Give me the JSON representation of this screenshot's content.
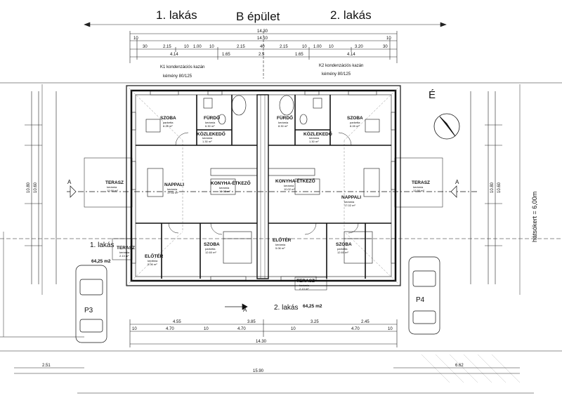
{
  "header": {
    "apt1": "1. lakás",
    "building": "B épület",
    "apt2": "2. lakás"
  },
  "top_dims": {
    "overall": "14.30",
    "row2": [
      "10",
      "14.10",
      "10"
    ],
    "row3": [
      "30",
      "2.15",
      "10",
      "1.00",
      "10",
      "2.15",
      "40",
      "2.15",
      "10",
      "1.00",
      "10",
      "3.20",
      "30"
    ],
    "row4": [
      "4.14",
      "1.65",
      "2.5",
      "1.65",
      "4.14"
    ]
  },
  "notes": {
    "k1": "K1 kondenzációs kazán",
    "k1_chimney": "kémény 80/125",
    "k2": "K2 kondenzációs kazán",
    "k2_chimney": "kémény 80/125"
  },
  "north": "É",
  "rooms": [
    {
      "name": "SZOBA",
      "finish": "parketta",
      "area": "8.28 m²"
    },
    {
      "name": "FÜRDŐ",
      "finish": "kerámia",
      "area": "6.30 m²"
    },
    {
      "name": "KÖZLEKEDŐ",
      "finish": "kerámia",
      "area": "1.30 m²"
    },
    {
      "name": "FÜRDŐ",
      "finish": "kerámia",
      "area": "8.30 m²"
    },
    {
      "name": "KÖZLEKEDŐ",
      "finish": "kerámia",
      "area": "1.30 m²"
    },
    {
      "name": "SZOBA",
      "finish": "parketta",
      "area": "8.28 m²"
    },
    {
      "name": "NAPPALI",
      "finish": "kerámia",
      "area": "17.02 m²"
    },
    {
      "name": "KONYHA-ÉTKEZŐ",
      "finish": "kerámia",
      "area": "10.02 m²"
    },
    {
      "name": "KONYHA-ÉTKEZŐ",
      "finish": "kerámia",
      "area": "10.02 m²"
    },
    {
      "name": "NAPPALI",
      "finish": "kerámia",
      "area": "17.02 m²"
    },
    {
      "name": "TERASZ",
      "finish": "kerámia",
      "area": "12.90 m²"
    },
    {
      "name": "TERASZ",
      "finish": "kerámia",
      "area": "12.90 m²"
    },
    {
      "name": "SZOBA",
      "finish": "parketta",
      "area": "12.60 m²"
    },
    {
      "name": "ELŐTÉR",
      "finish": "kerámia",
      "area": "5.06 m²"
    },
    {
      "name": "ELŐTÉR",
      "finish": "kerámia",
      "area": "5.06 m²"
    },
    {
      "name": "SZOBA",
      "finish": "parketta",
      "area": "12.60 m²"
    },
    {
      "name": "TERASZ",
      "finish": "kerámia",
      "area": "2.13 m²"
    },
    {
      "name": "TERASZ",
      "finish": "kerámia",
      "area": "2.13 m²"
    }
  ],
  "labels": {
    "apt1_entry": "1. lakás",
    "apt1_area": "64,25 m2",
    "apt2_entry": "2. lakás",
    "apt2_area": "64,25 m2",
    "p3": "P3",
    "p4": "P4",
    "section_a": "A",
    "backyard": "hátsókert = 6,00m"
  },
  "bottom_dims": {
    "row1": [
      "4.55",
      "3.85",
      "3.25",
      "2.45"
    ],
    "row2": [
      "10",
      "4.70",
      "10",
      "4.70",
      "10",
      "4.70",
      "10"
    ],
    "overall": "14.30",
    "site": "15.90",
    "left": "2.51",
    "right": "6.62"
  },
  "side_dims": {
    "left_total": "10.80",
    "left_total2": "10.60",
    "right_total": "10.80",
    "right_total2": "10.60"
  }
}
